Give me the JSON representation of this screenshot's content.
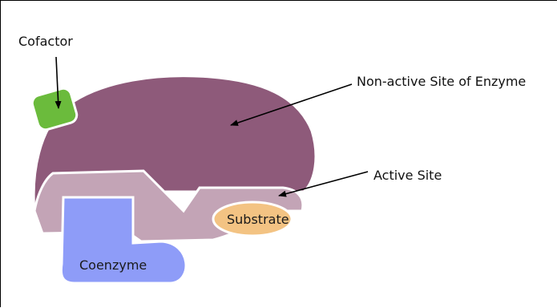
{
  "labels": {
    "cofactor": "Cofactor",
    "non_active_site": "Non-active Site of Enzyme",
    "active_site": "Active Site",
    "substrate": "Substrate",
    "coenzyme": "Coenzyme"
  },
  "colors": {
    "enzyme_body": "#8e5a7a",
    "enzyme_lower": "#c3a4b6",
    "cofactor": "#6bbb3c",
    "coenzyme": "#8e9cf8",
    "substrate": "#f3c383",
    "outline": "#ffffff",
    "arrow": "#000000"
  }
}
